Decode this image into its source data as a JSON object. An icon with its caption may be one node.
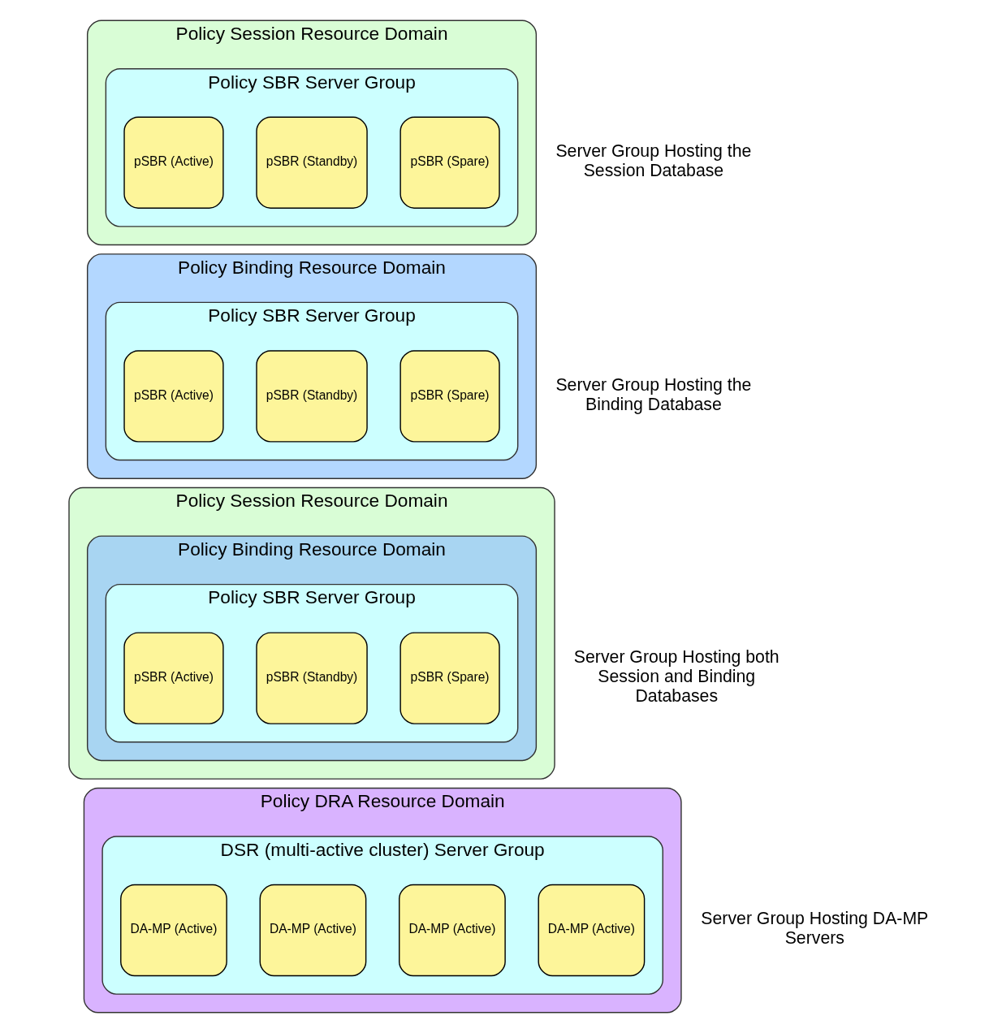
{
  "diagram": {
    "nodes": [
      {
        "text": [
          "Policy Session Resource Domain"
        ],
        "beside": [
          "Server Group Hosting the Session Database"
        ]
      },
      {
        "text": [
          "Policy SBR Server Group"
        ],
        "in": 0
      },
      {
        "text": [
          "pSBR (Active)"
        ],
        "in": 1
      },
      {
        "text": [
          "pSBR (Standby)"
        ],
        "in": 1
      },
      {
        "text": [
          "pSBR (Spare)"
        ],
        "in": 1
      },
      {
        "text": [
          "Policy Binding Resource Domain"
        ],
        "beside": [
          "Server Group Hosting the Binding Database"
        ]
      },
      {
        "text": [
          "Policy SBR Server Group"
        ],
        "in": 5
      },
      {
        "text": [
          "pSBR (Active)"
        ],
        "in": 6
      },
      {
        "text": [
          "pSBR (Standby)"
        ],
        "in": 6
      },
      {
        "text": [
          "pSBR (Spare)"
        ],
        "in": 6
      },
      {
        "text": [
          "Policy Session Resource Domain"
        ],
        "beside": [
          "Server Group Hosting both Session and Binding Databases"
        ]
      },
      {
        "text": [
          "Policy Binding Resource Domain"
        ],
        "in": 10
      },
      {
        "text": [
          "Policy SBR Server Group"
        ],
        "in": 11
      },
      {
        "text": [
          "pSBR (Active)"
        ],
        "in": 12
      },
      {
        "text": [
          "pSBR (Standby)"
        ],
        "in": 12
      },
      {
        "text": [
          "pSBR (Spare)"
        ],
        "in": 12
      },
      {
        "text": [
          "Policy DRA Resource Domain"
        ],
        "beside": [
          "Server Group Hosting DA-MP Servers"
        ]
      },
      {
        "text": [
          "DSR (multi-active cluster) Server Group"
        ],
        "in": 16
      },
      {
        "text": [
          "DA-MP (Active)"
        ],
        "in": 17
      },
      {
        "text": [
          "DA-MP (Active)"
        ],
        "in": 17
      },
      {
        "text": [
          "DA-MP (Active)"
        ],
        "in": 17
      },
      {
        "text": [
          "DA-MP (Active)"
        ],
        "in": 17
      }
    ],
    "edges": []
  }
}
